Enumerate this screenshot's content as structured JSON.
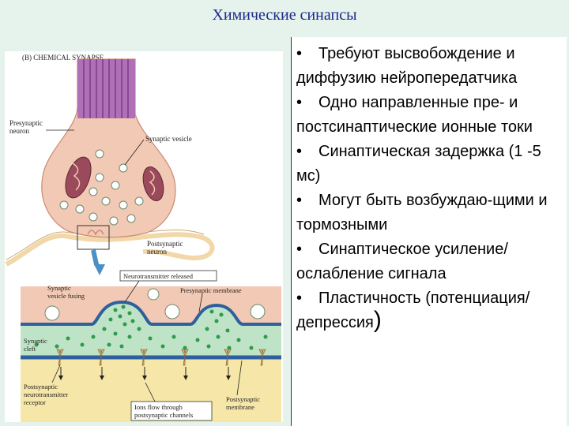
{
  "slide": {
    "title": "Химические синапсы"
  },
  "figure": {
    "panel_title": "(B) CHEMICAL SYNAPSE",
    "labels": {
      "presynaptic_1": "Presynaptic",
      "presynaptic_2": "neuron",
      "synaptic_vesicle": "Synaptic vesicle",
      "postsynaptic_1": "Postsynaptic",
      "postsynaptic_2": "neuron",
      "fusing_1": "Synaptic",
      "fusing_2": "vesicle fusing",
      "nt_released": "Neurotransmitter released",
      "presyn_membrane": "Presynaptic membrane",
      "cleft_1": "Synaptic",
      "cleft_2": "cleft",
      "receptor_1": "Postsynaptic",
      "receptor_2": "neurotransmitter",
      "receptor_3": "receptor",
      "ions_1": "Ions flow through",
      "ions_2": "postsynaptic channels",
      "postmem_1": "Postsynaptic",
      "postmem_2": "membrane"
    },
    "colors": {
      "axon": "#b070b8",
      "terminal": "#f2c9b4",
      "mitochondria": "#9a4a5a",
      "cleft": "#bfe3c7",
      "membrane": "#2e5f9e",
      "postsyn": "#f6e7a8",
      "neurotransmitter": "#2f9a4a"
    }
  },
  "bullets": [
    "Требуют высвобождение и диффузию нейропередатчика",
    "Одно направленные пре- и постсинаптические ионные токи",
    "Синаптическая задержка (1 -5 мс)",
    "Могут быть возбуждаю-щими и тормозными",
    "Синаптическое усиление/ослабление сигнала",
    "Пластичность (потенциация/депрессия"
  ],
  "bullet_symbol": "•",
  "closing_paren": ")"
}
